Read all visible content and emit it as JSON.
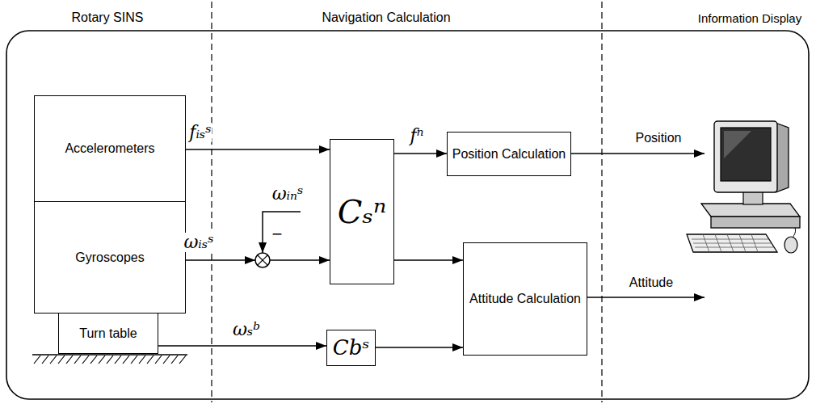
{
  "diagram": {
    "nodes": [
      {
        "text": [
          "Accelerometers"
        ]
      },
      {
        "text": [
          "Gyroscopes"
        ]
      },
      {
        "text": [
          "Turn table"
        ]
      },
      {
        "text": [
          "Cₛⁿ"
        ]
      },
      {
        "text": [
          "Position Calculation"
        ]
      },
      {
        "text": [
          "Attitude Calculation"
        ]
      },
      {
        "text": [
          "Cbˢ"
        ]
      }
    ],
    "edges": [
      {
        "from": 0,
        "to": 3,
        "label": "fᵢₛˢ",
        "arrow": "to"
      },
      {
        "from": 1,
        "to": 3,
        "label": "ωᵢₛˢ",
        "arrow": "to"
      },
      {
        "from": 3,
        "to": 4,
        "label": "fⁿ",
        "arrow": "to"
      },
      {
        "from": 3,
        "to": 5,
        "arrow": "to"
      },
      {
        "from": 2,
        "to": 6,
        "label": "ωₛᵇ",
        "arrow": "to"
      },
      {
        "from": 6,
        "to": 5,
        "arrow": "to"
      }
    ],
    "labels": [
      "Rotary SINS",
      "Navigation Calculation",
      "Information Display",
      "ωᵢₙˢ",
      "−",
      "Position",
      "Attitude"
    ]
  }
}
